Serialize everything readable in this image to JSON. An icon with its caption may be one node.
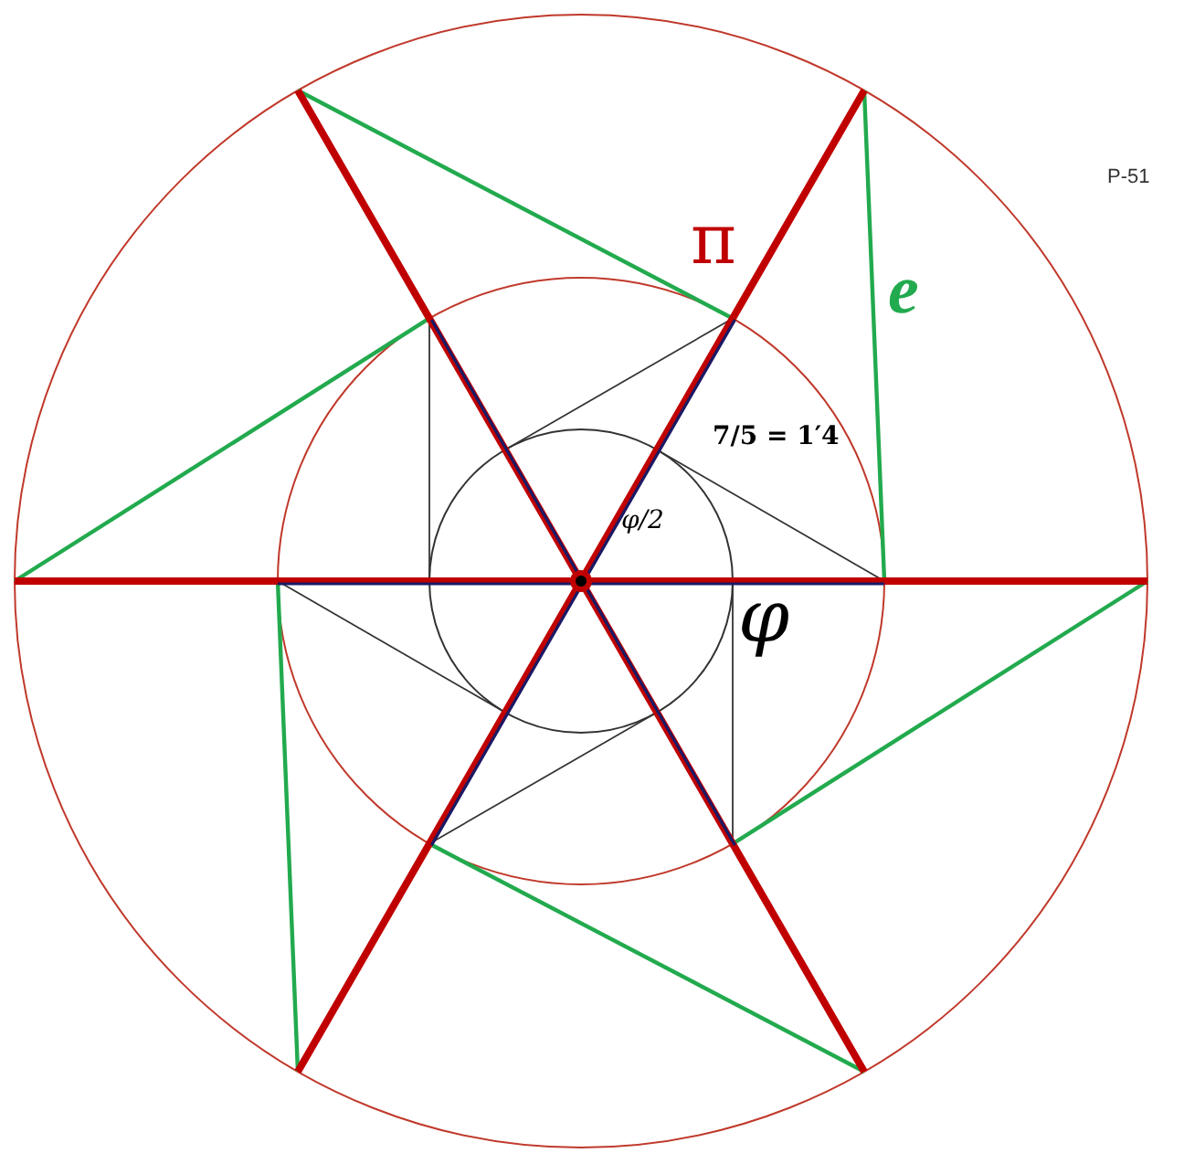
{
  "diagram": {
    "labels": [
      "P-51",
      "π",
      "e",
      "7/5 = 1′4",
      "φ/2",
      "φ"
    ]
  }
}
